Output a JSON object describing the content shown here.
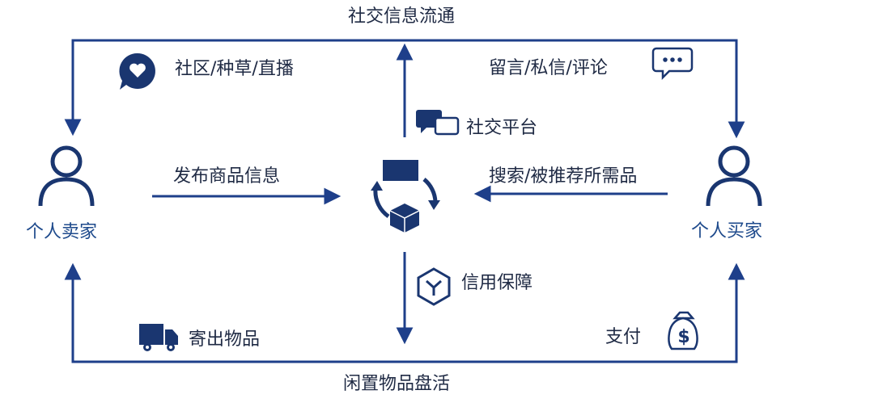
{
  "top_title": "社交信息流通",
  "bottom_title": "闲置物品盘活",
  "seller": "个人卖家",
  "buyer": "个人买家",
  "community": "社区/种草/直播",
  "messages": "留言/私信/评论",
  "social_platform": "社交平台",
  "publish": "发布商品信息",
  "search": "搜索/被推荐所需品",
  "credit": "信用保障",
  "ship": "寄出物品",
  "pay": "支付",
  "colors": {
    "flow": "#1e3f8a",
    "icon": "#1a3670",
    "text": "#1f2a44"
  },
  "icons": [
    "heart-chat-icon",
    "comment-bubble-icon",
    "chat-bubbles-icon",
    "user-icon",
    "cube-cycle-icon",
    "shield-cube-icon",
    "truck-icon",
    "money-bag-icon"
  ]
}
